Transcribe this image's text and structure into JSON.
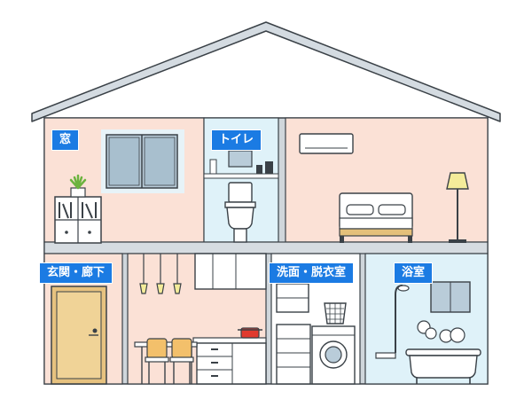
{
  "rooms": {
    "window": "窓",
    "toilet": "トイレ",
    "entrance_hallway": "玄関・廊下",
    "washroom_dressing": "洗面・脱衣室",
    "bathroom": "浴室"
  },
  "colors": {
    "accent": "#1b7be3",
    "warm_room": "#fbe1d6",
    "cool_room": "#dff2f9",
    "wall": "#cfd6db",
    "outline": "#3a4147"
  }
}
